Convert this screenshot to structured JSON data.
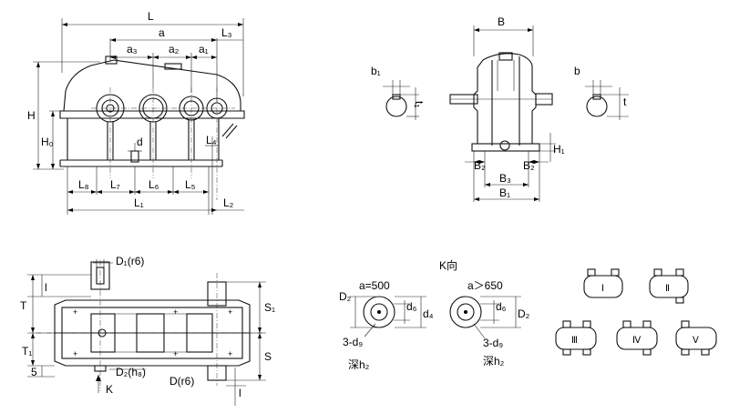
{
  "labels": {
    "L": "L",
    "a": "a",
    "L3": "L₃",
    "a3": "a₃",
    "a2": "a₂",
    "a1": "a₁",
    "H": "H",
    "H0": "H₀",
    "d": "d",
    "L4": "L₄",
    "L8": "L₈",
    "L7": "L₇",
    "L6": "L₆",
    "L5": "L₅",
    "L1": "L₁",
    "L2": "L₂",
    "B": "B",
    "b1": "b₁",
    "t1": "t₁",
    "b": "b",
    "t": "t",
    "H1": "H₁",
    "B2_left": "B₂",
    "B2_right": "B₂",
    "B3": "B₃",
    "B1": "B₁",
    "D1": "D₁(r6)",
    "l_top": "l",
    "T": "T",
    "T1": "T₁",
    "five": "5",
    "S1": "S₁",
    "S": "S",
    "D2h8": "D₂(h₈)",
    "Dr6": "D(r6)",
    "K": "K",
    "l_bottom": "l",
    "k_view": "K向",
    "a500": "a=500",
    "a650": "a＞650",
    "D2_a": "D₂",
    "d6_a": "d₆",
    "d4_a": "d₄",
    "d6_b": "d₆",
    "D2_b": "D₂",
    "d9_a": "3-d₉",
    "h2_a": "深h₂",
    "d9_b": "3-d₉",
    "h2_b": "深h₂"
  },
  "assembly_types": [
    "Ⅰ",
    "Ⅱ",
    "Ⅲ",
    "Ⅳ",
    "Ⅴ"
  ]
}
